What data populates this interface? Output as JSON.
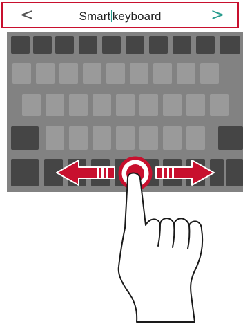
{
  "top_bar": {
    "prev_icon": "chevron-left-icon",
    "prev_glyph": "<",
    "text_before_cursor": "Smart",
    "text_after_cursor": "keyboard",
    "next_icon": "chevron-right-icon",
    "next_glyph": ">"
  },
  "keyboard": {
    "rows": [
      {
        "keys": 10,
        "shade": "dark"
      },
      {
        "keys": 9,
        "shade": "light"
      },
      {
        "keys": 9,
        "shade": "light"
      },
      {
        "keys": 9,
        "shade": "mixed"
      },
      {
        "keys": 9,
        "shade": "dark"
      }
    ]
  },
  "gesture": {
    "icons": [
      "double-arrow-icon",
      "touch-circle-icon",
      "pointing-hand-icon"
    ],
    "direction": "left-right"
  },
  "colors": {
    "accent": "#c8102e",
    "cursor": "#2a9d8f",
    "keyboard_bg": "#828282",
    "key_dark": "#454545",
    "key_light": "#9a9a9a"
  }
}
